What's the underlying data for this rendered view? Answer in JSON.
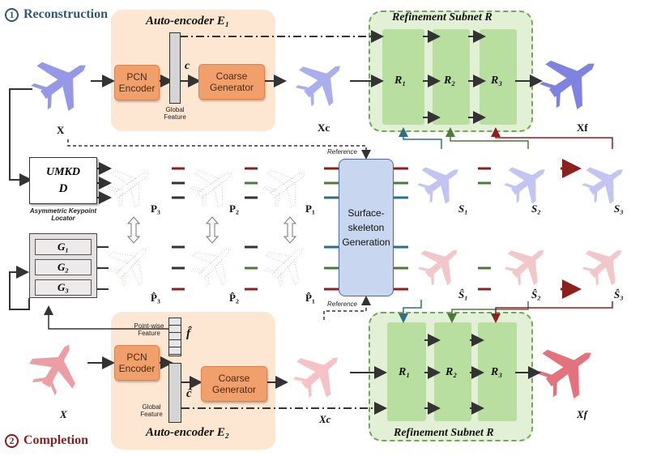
{
  "reconstruction": {
    "step_number": "1",
    "title": "Reconstruction",
    "autoencoder_title": "Auto-encoder E₁",
    "pcn_encoder": "PCN Encoder",
    "coarse_generator": "Coarse Generator",
    "feature_symbol": "c",
    "global_feature": "Global Feature",
    "input_label": "X",
    "coarse_label": "Xc",
    "refine_title": "Refinement Subnet R",
    "refine_stages": [
      "R₁",
      "R₂",
      "R₃"
    ],
    "output_label": "Xf"
  },
  "locator": {
    "umkd_line1": "UMKD",
    "umkd_line2": "D",
    "caption": "Asymmetric Keypoint Locator",
    "g_labels": [
      "G₁",
      "G₂",
      "G₃"
    ]
  },
  "keypoints_top": [
    "P₃",
    "P₂",
    "P₁"
  ],
  "keypoints_bottom": [
    "P̂₃",
    "P̂₂",
    "P̂₁"
  ],
  "surface_skeleton": "Surface-skeleton Generation",
  "reference_label": "Reference",
  "skeletons_top": [
    "S₁",
    "S₂",
    "S₃"
  ],
  "skeletons_bottom": [
    "Ŝ₁",
    "Ŝ₂",
    "Ŝ₃"
  ],
  "completion": {
    "step_number": "2",
    "title": "Completion",
    "autoencoder_title": "Auto-encoder E₂",
    "pcn_encoder": "PCN Encoder",
    "coarse_generator": "Coarse Generator",
    "pointwise_feature": "Point-wise Feature",
    "f_symbol": "f̂",
    "c_symbol": "ĉ",
    "global_feature": "Global Feature",
    "input_label": "X",
    "coarse_label": "Xc",
    "refine_title": "Refinement Subnet R",
    "refine_stages": [
      "R₁",
      "R₂",
      "R₃"
    ],
    "output_label": "Xf"
  },
  "colors": {
    "recon_accent": "#2e5a6e",
    "completion_accent": "#8c1d1d",
    "blue_plane": "#8f93e6",
    "red_plane": "#e88f95",
    "autoencoder_bg": "#fde7d2",
    "refine_bg": "#e2f1d5",
    "refine_col": "#b9dfa0",
    "module_orange": "#f1a06b",
    "ssg_bg": "#c8d7ef",
    "arrow_red": "#8e1f1f",
    "arrow_green": "#4d7a3a",
    "arrow_teal": "#2f6f80"
  }
}
